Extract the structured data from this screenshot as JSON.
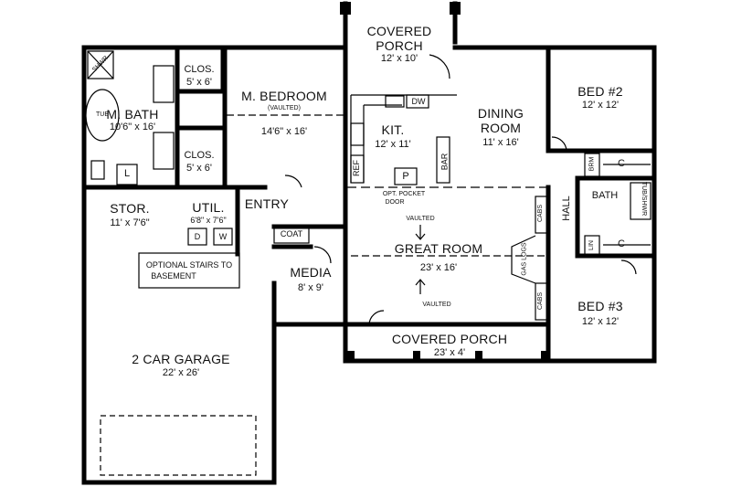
{
  "rooms": {
    "covered_porch_top": {
      "name": "COVERED\nPORCH",
      "name_line1": "COVERED",
      "name_line2": "PORCH",
      "size": "12' x 10'"
    },
    "m_bath": {
      "name": "M. BATH",
      "size": "10'6\" x 16'"
    },
    "clos1": {
      "name": "CLOS.",
      "size": "5' x 6'"
    },
    "clos2": {
      "name": "CLOS.",
      "size": "5' x 6'"
    },
    "m_bedroom": {
      "name": "M. BEDROOM",
      "note": "(VAULTED)",
      "size": "14'6\" x 16'"
    },
    "kit": {
      "name": "KIT.",
      "size": "12' x 11'"
    },
    "dining": {
      "name_line1": "DINING",
      "name_line2": "ROOM",
      "size": "11' x 16'"
    },
    "bed2": {
      "name": "BED #2",
      "size": "12' x 12'"
    },
    "bed3": {
      "name": "BED #3",
      "size": "12' x 12'"
    },
    "stor": {
      "name": "STOR.",
      "size": "11' x 7'6\""
    },
    "util": {
      "name": "UTIL.",
      "size": "6'8\" x 7'6\""
    },
    "entry": {
      "name": "ENTRY"
    },
    "media": {
      "name": "MEDIA",
      "size": "8' x 9'"
    },
    "great_room": {
      "name": "GREAT ROOM",
      "size": "23' x 16'"
    },
    "covered_porch_bottom": {
      "name": "COVERED PORCH",
      "size": "23' x 4'"
    },
    "garage": {
      "name": "2 CAR GARAGE",
      "size": "22' x 26'"
    },
    "bath": {
      "name": "BATH"
    },
    "hall": {
      "name": "HALL"
    }
  },
  "fixtures": {
    "tub": "TUB",
    "shwr": "SHWR.",
    "tub_shwr": "TUB/SHWR",
    "dw": "DW",
    "ref": "REF",
    "bar": "BAR",
    "pantry": "P",
    "brm": "BRM",
    "lin": "LIN",
    "closet_c1": "C",
    "closet_c2": "C",
    "coat": "COAT",
    "dryer": "D",
    "washer": "W",
    "linen_l": "L",
    "cabs_top": "CABS",
    "cabs_bottom": "CABS",
    "gas_logs": "GAS LOGS",
    "opt_pocket_door_1": "OPT. POCKET",
    "opt_pocket_door_2": "DOOR",
    "vaulted_top": "VAULTED",
    "vaulted_bottom": "VAULTED",
    "optional_stairs_1": "OPTIONAL STAIRS TO",
    "optional_stairs_2": "BASEMENT"
  }
}
